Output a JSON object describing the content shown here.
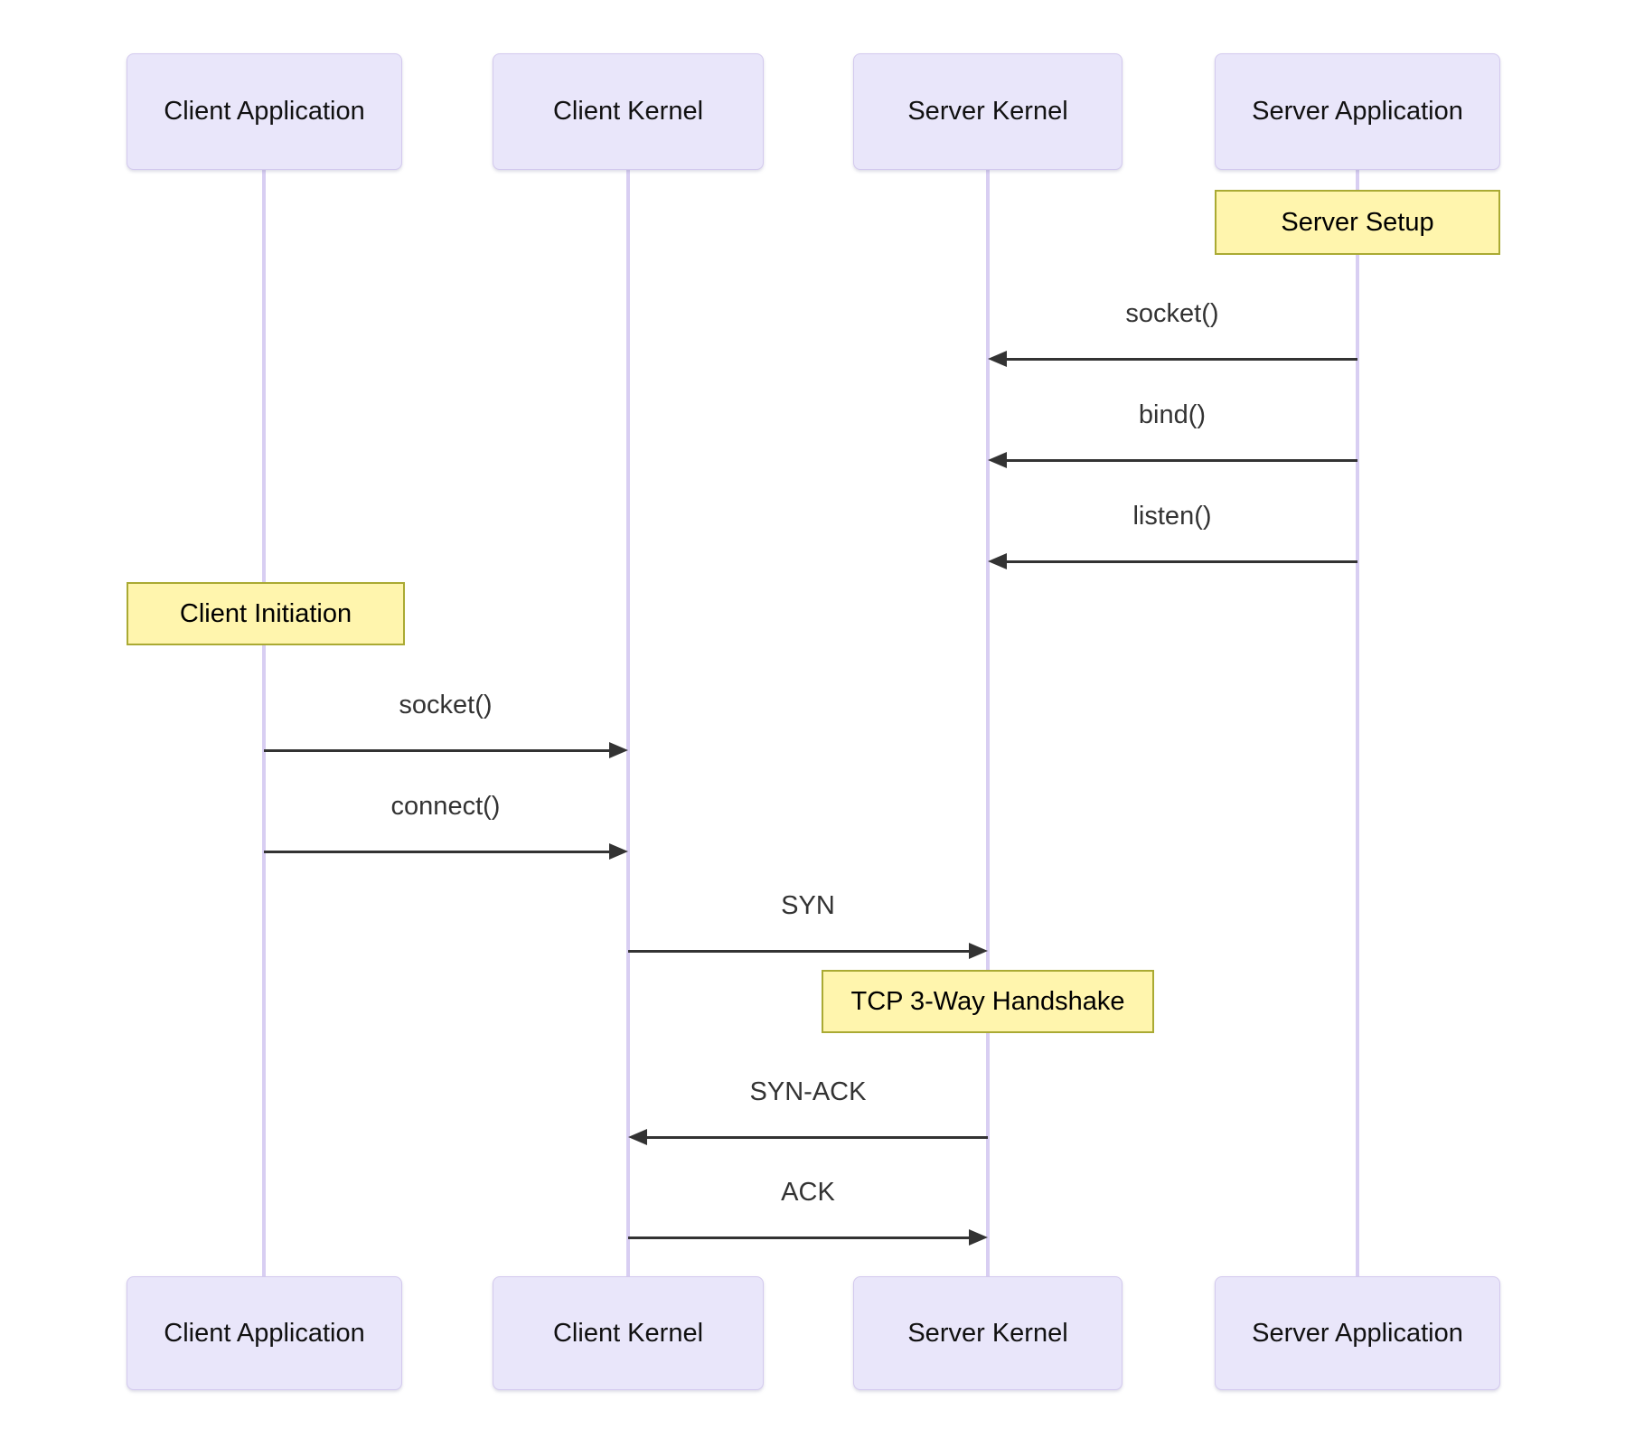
{
  "diagram_type": "sequence-diagram",
  "actors": [
    {
      "id": "client-application",
      "label": "Client Application"
    },
    {
      "id": "client-kernel",
      "label": "Client Kernel"
    },
    {
      "id": "server-kernel",
      "label": "Server Kernel"
    },
    {
      "id": "server-application",
      "label": "Server Application"
    }
  ],
  "notes": [
    {
      "label": "Server Setup",
      "over": "Server Application"
    },
    {
      "label": "Client Initiation",
      "over": "Client Application"
    },
    {
      "label": "TCP 3-Way Handshake",
      "over": "Server Kernel"
    }
  ],
  "messages": [
    {
      "label": "socket()",
      "from": "Server Application",
      "to": "Server Kernel",
      "direction": "left"
    },
    {
      "label": "bind()",
      "from": "Server Application",
      "to": "Server Kernel",
      "direction": "left"
    },
    {
      "label": "listen()",
      "from": "Server Application",
      "to": "Server Kernel",
      "direction": "left"
    },
    {
      "label": "socket()",
      "from": "Client Application",
      "to": "Client Kernel",
      "direction": "right"
    },
    {
      "label": "connect()",
      "from": "Client Application",
      "to": "Client Kernel",
      "direction": "right"
    },
    {
      "label": "SYN",
      "from": "Client Kernel",
      "to": "Server Kernel",
      "direction": "right"
    },
    {
      "label": "SYN-ACK",
      "from": "Server Kernel",
      "to": "Client Kernel",
      "direction": "left"
    },
    {
      "label": "ACK",
      "from": "Client Kernel",
      "to": "Server Kernel",
      "direction": "right"
    }
  ],
  "colors": {
    "actor_fill": "#E9E6FA",
    "actor_border": "#D3C9EE",
    "note_fill": "#FFF5AD",
    "note_border": "#AAAA33",
    "lifeline": "#D8CEF2",
    "arrow": "#333333",
    "message_text": "#333333",
    "actor_text": "#111111",
    "background": "#FFFFFF"
  }
}
